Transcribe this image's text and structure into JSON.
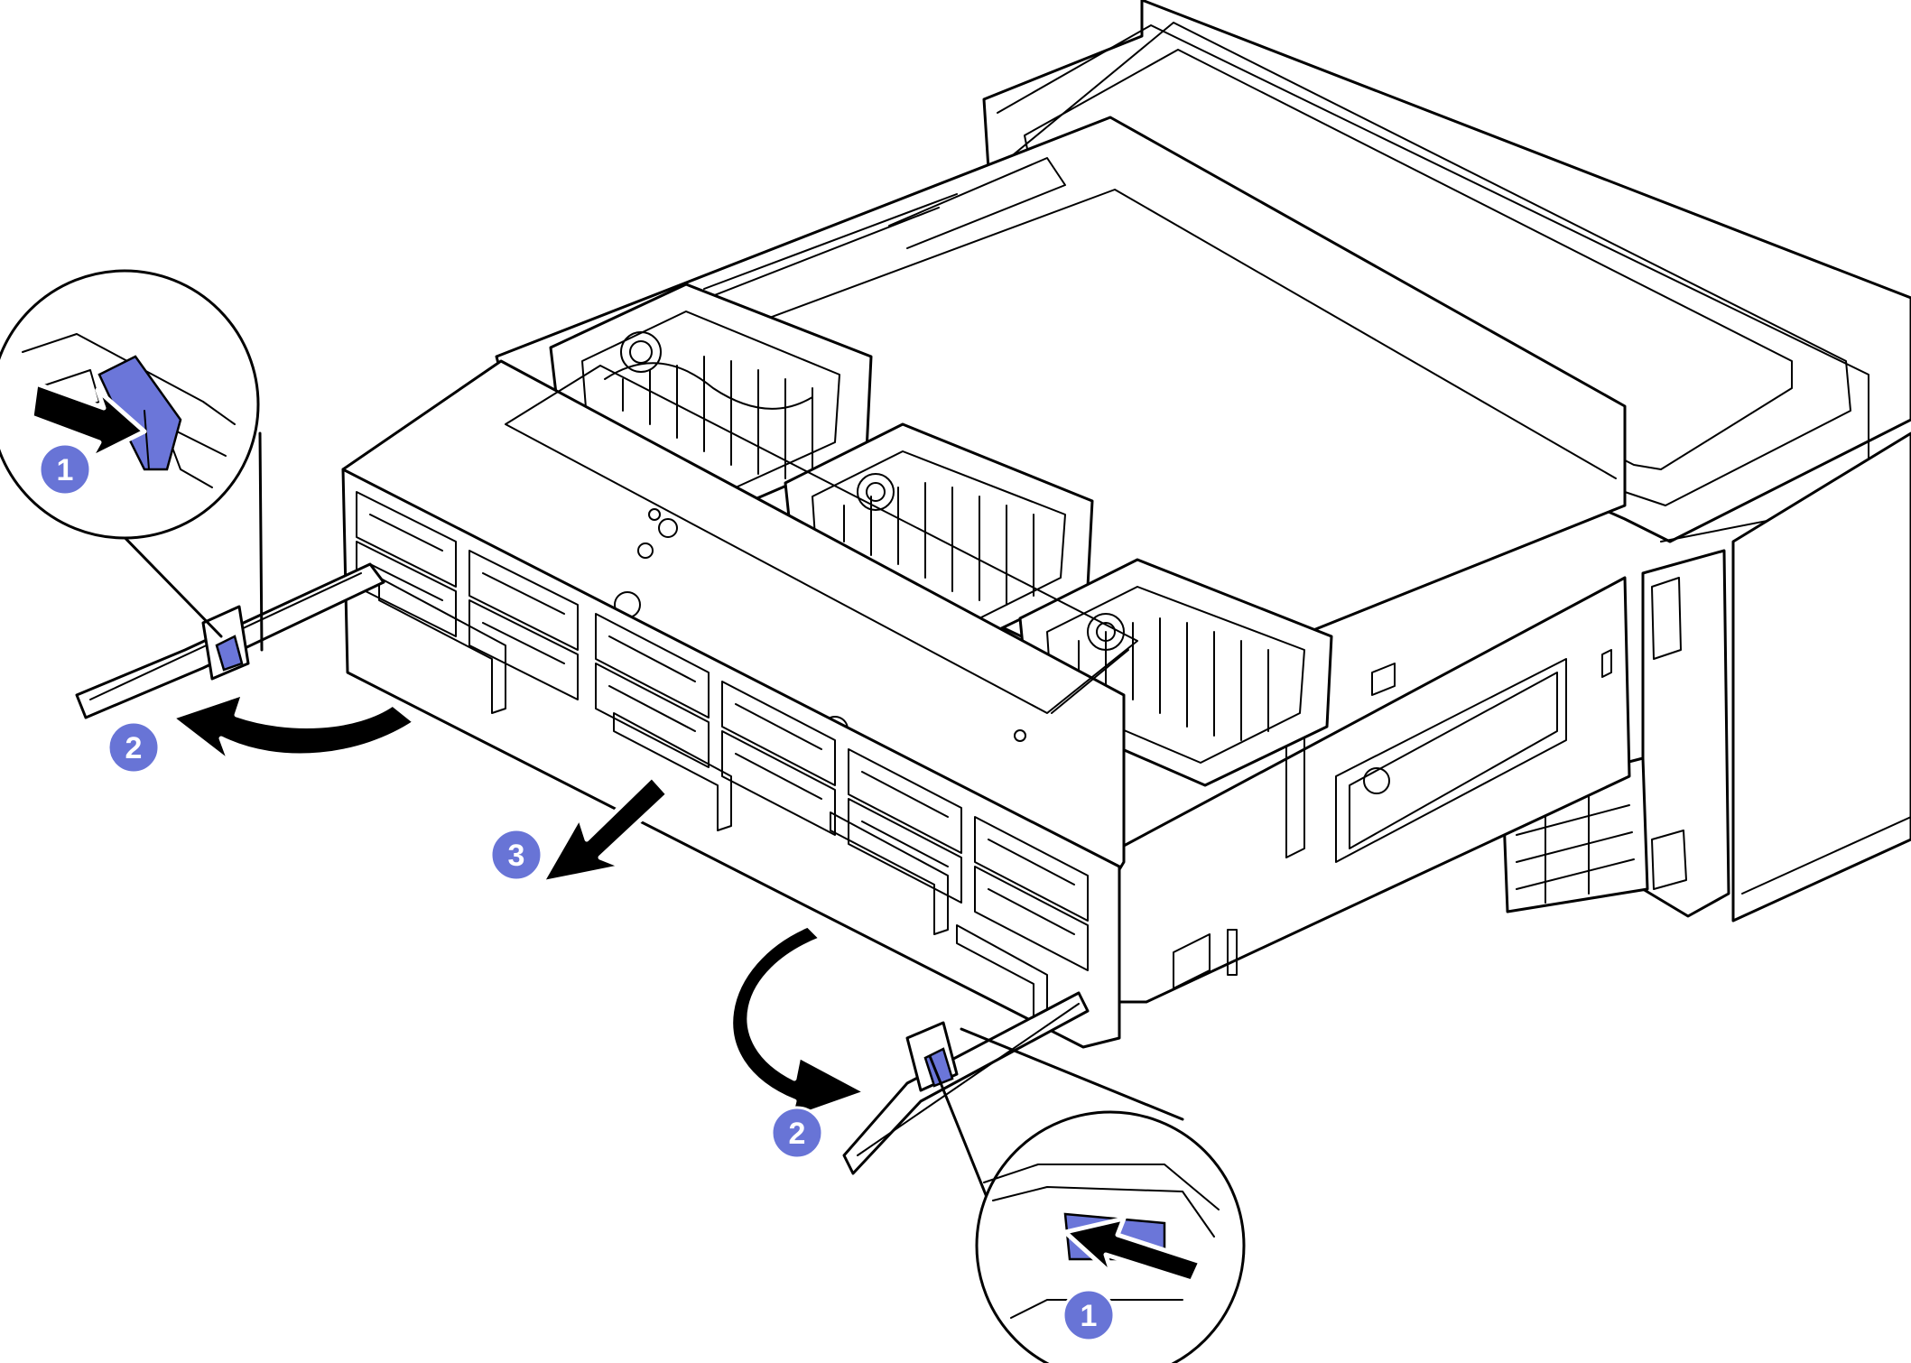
{
  "callouts": {
    "step1_left": "1",
    "step2_left": "2",
    "step3": "3",
    "step2_right": "2",
    "step1_right": "1"
  },
  "icons": [
    "callout-badge",
    "curved-arrow",
    "straight-arrow",
    "push-arrow",
    "magnifier-circle",
    "release-latch"
  ],
  "colors": {
    "callout": "#6874d6",
    "latch": "#6b76d9",
    "line": "#000000",
    "background": "#ffffff"
  }
}
